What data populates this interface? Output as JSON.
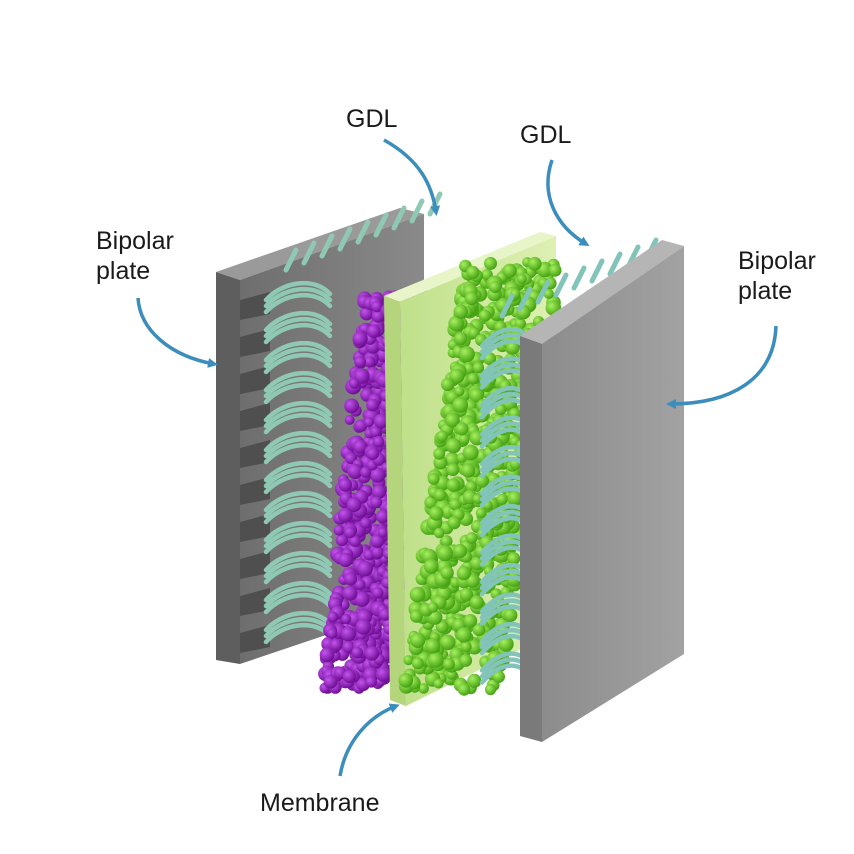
{
  "labels": {
    "gdl_left": "GDL",
    "gdl_right": "GDL",
    "bipolar_left": [
      "Bipolar",
      "plate"
    ],
    "bipolar_right": [
      "Bipolar",
      "plate"
    ],
    "membrane": "Membrane"
  },
  "colors": {
    "bipolar_plate": "#7d7d7d",
    "gdl_fiber": "#8fc9b4",
    "anode_particles": "#8a12b8",
    "cathode_particles": "#5fcf1d",
    "membrane": "#cde99a",
    "arrow": "#3b8dbd"
  }
}
